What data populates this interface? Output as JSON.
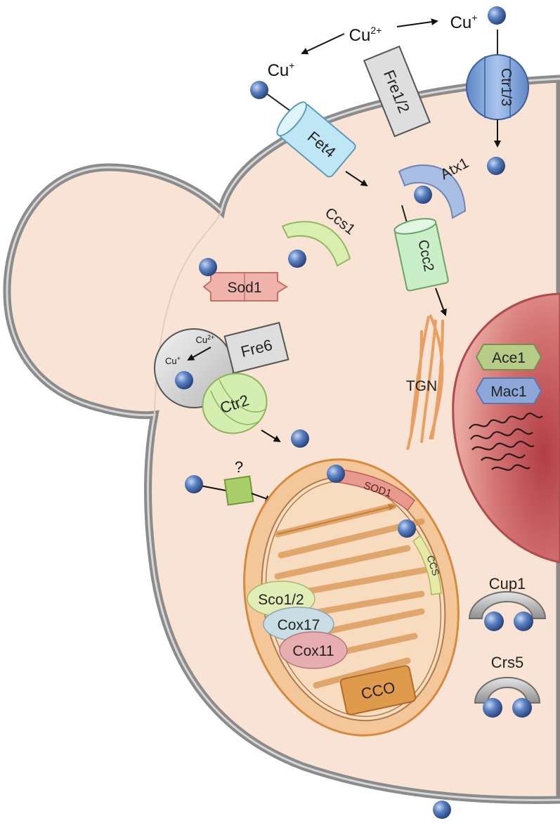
{
  "labels": {
    "cu2_top": "Cu",
    "cu2_top_sup": "2+",
    "cu1_left": "Cu",
    "cu1_left_sup": "+",
    "cu1_right": "Cu",
    "cu1_right_sup": "+",
    "fre12": "Fre1/2",
    "ctr13": "Ctr1/3",
    "fet4": "Fet4",
    "atx1": "Atx1",
    "ccs1": "Ccs1",
    "ccc2": "Ccc2",
    "sod1": "Sod1",
    "fre6": "Fre6",
    "vac_cu2": "Cu",
    "vac_cu2_sup": "2+",
    "vac_cu1": "Cu",
    "vac_cu1_sup": "+",
    "ctr2": "Ctr2",
    "tgn": "TGN",
    "ace1": "Ace1",
    "mac1": "Mac1",
    "question": "?",
    "sod1_mito": "SOD1",
    "ccs_mito": "CCS",
    "sco12": "Sco1/2",
    "cox17": "Cox17",
    "cox11": "Cox11",
    "cco": "CCO",
    "cup1": "Cup1",
    "crs5": "Crs5"
  },
  "colors": {
    "cytoplasm": "#f8e3d5",
    "membrane": "#8c8c8c",
    "copper_ion": "#4a6fb0",
    "nucleus": "#c0575a",
    "mitochondrion": "#e9a866",
    "fet4": "#bfe6f5",
    "ctr": "#8fb3e0",
    "ccc2": "#c9eec8",
    "sod1": "#efb3ab",
    "ace1": "#b7cc86",
    "mac1": "#8ea7d9"
  }
}
